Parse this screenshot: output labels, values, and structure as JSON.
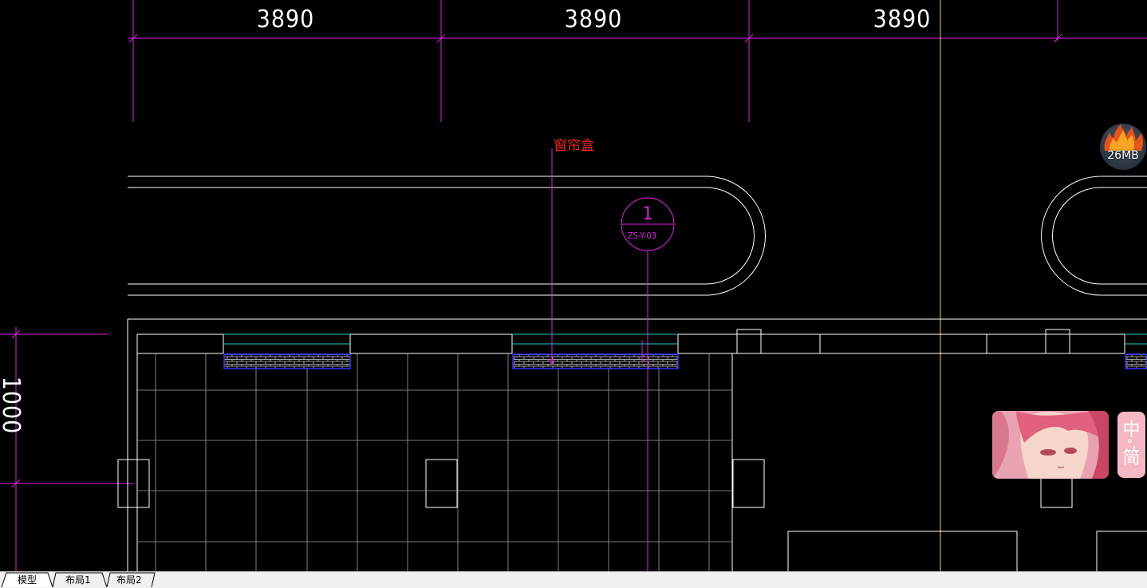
{
  "drawing": {
    "dimensions": [
      "3890",
      "3890",
      "3890"
    ],
    "left_dimension": "1000",
    "annotation_label": "窗帘盒",
    "detail_number": "1",
    "detail_reference": "ZS-Y-03",
    "colors": {
      "background": "#000000",
      "dimension_line": "#e020e0",
      "wall": "#ffffff",
      "grid": "#a0a0a0",
      "crosshair": "#e8e020",
      "window": "#20d0d0",
      "brick_hatch": "#3030ff",
      "annotation_text": "#ff2020"
    }
  },
  "memory_badge": {
    "text": "26MB",
    "icon": "flame-icon"
  },
  "ime": {
    "mode": "中",
    "dots": "°,",
    "script": "简"
  },
  "tabs": [
    {
      "label": "模型",
      "active": true
    },
    {
      "label": "布局1",
      "active": false
    },
    {
      "label": "布局2",
      "active": false
    }
  ]
}
